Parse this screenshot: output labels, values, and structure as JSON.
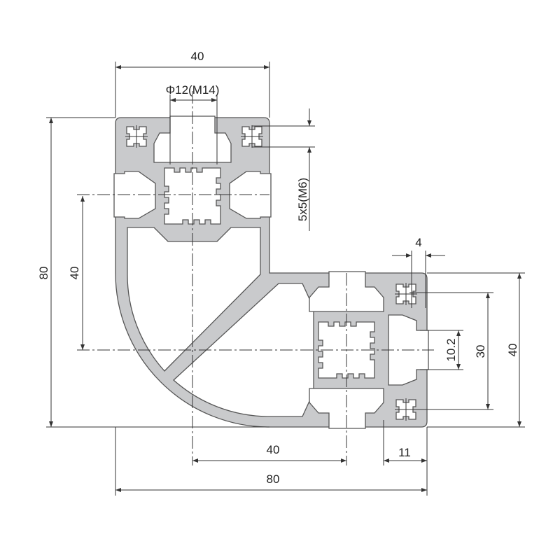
{
  "drawing": {
    "colors": {
      "profile": "#c9cacc",
      "outline": "#555555",
      "lines": "#333333"
    },
    "dimensions": {
      "top_width": "40",
      "slot_diameter": "Φ12(M14)",
      "left_height": "80",
      "left_inner": "40",
      "slot_size": "5x5(M6)",
      "slot_wall": "4",
      "slot_opening": "10.2",
      "slot_span": "30",
      "right_height": "40",
      "bottom_inner": "40",
      "bottom_offset": "11",
      "bottom_width": "80"
    }
  }
}
